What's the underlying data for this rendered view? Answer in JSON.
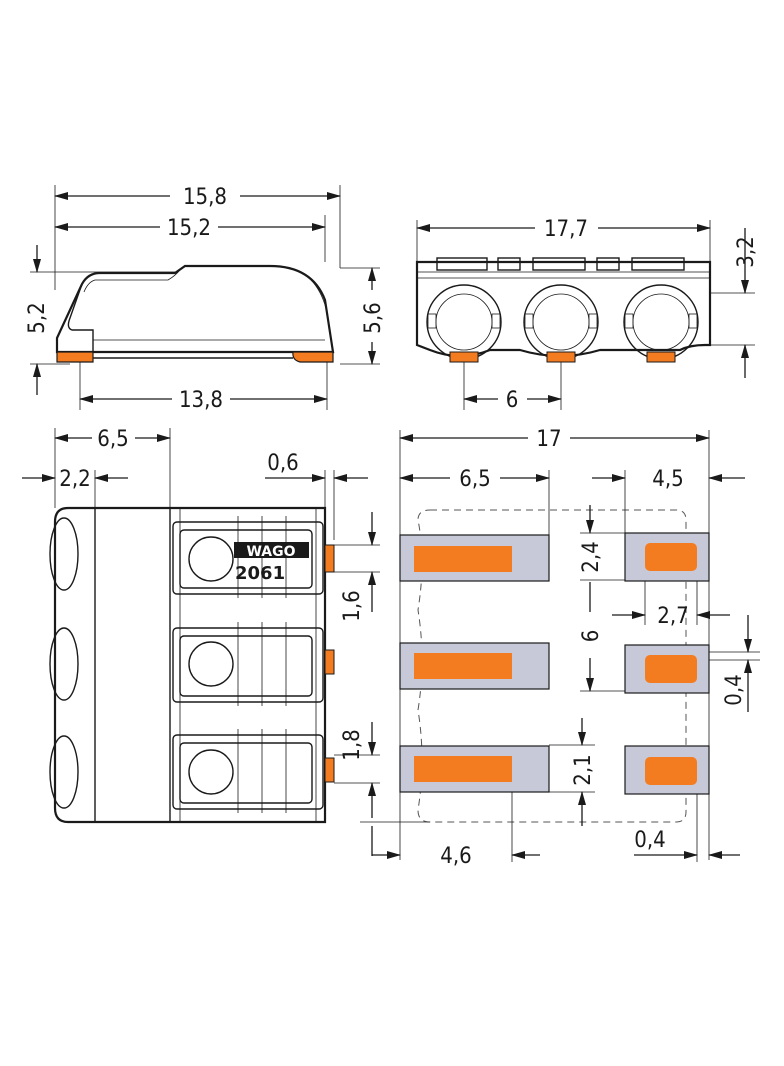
{
  "colors": {
    "line": "#1a1a1a",
    "accent_orange": "#f47c20",
    "pad_gray": "#c7c9d8"
  },
  "brand": {
    "logo": "WAGO",
    "part_number": "2061"
  },
  "dimensions": {
    "side_view": {
      "overall_length": "15,8",
      "top_length": "15,2",
      "bottom_length": "13,8",
      "height_left": "5,2",
      "height_right": "5,6"
    },
    "front_view": {
      "width": "17,7",
      "top_offset": "3,2",
      "pitch": "6"
    },
    "top_view": {
      "length": "6,5",
      "inset": "2,2",
      "tab_width": "0,6",
      "tab_height": "1,6",
      "row_height": "1,8"
    },
    "footprint": {
      "total_width": "17",
      "left_pad_length": "6,5",
      "right_pad_length": "4,5",
      "right_pad_height": "2,4",
      "pitch": "6",
      "right_pad_inner": "2,7",
      "gap_small": "0,4",
      "left_pad_height": "2,1",
      "left_pad_inner": "4,6",
      "edge_offset": "0,4"
    }
  }
}
